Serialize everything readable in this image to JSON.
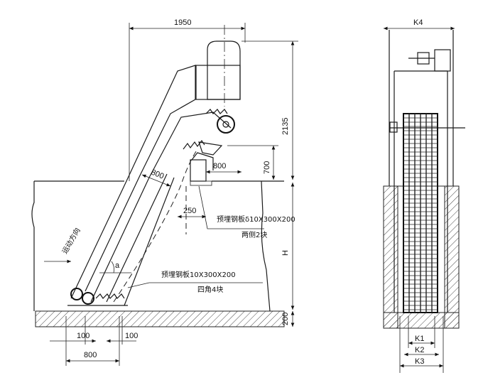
{
  "dimensions": {
    "width_top": "1950",
    "height_upper": "2135",
    "platform_width": "800",
    "platform_height": "700",
    "frame_width": "800",
    "slot_250": "250",
    "depth": "H",
    "base": "200",
    "foot_left": "100",
    "foot_right": "100",
    "foot_total": "800",
    "angle": "a"
  },
  "annotations": {
    "plate_upper_line1": "预埋钢板δ10X300X200",
    "plate_upper_line2": "两侧2块",
    "plate_lower_line1": "预埋钢板10X300X200",
    "plate_lower_line2": "四角4块",
    "flow_direction": "运动方向"
  },
  "side_view": {
    "k4": "K4",
    "k1": "K1",
    "k2": "K2",
    "k3": "K3"
  }
}
